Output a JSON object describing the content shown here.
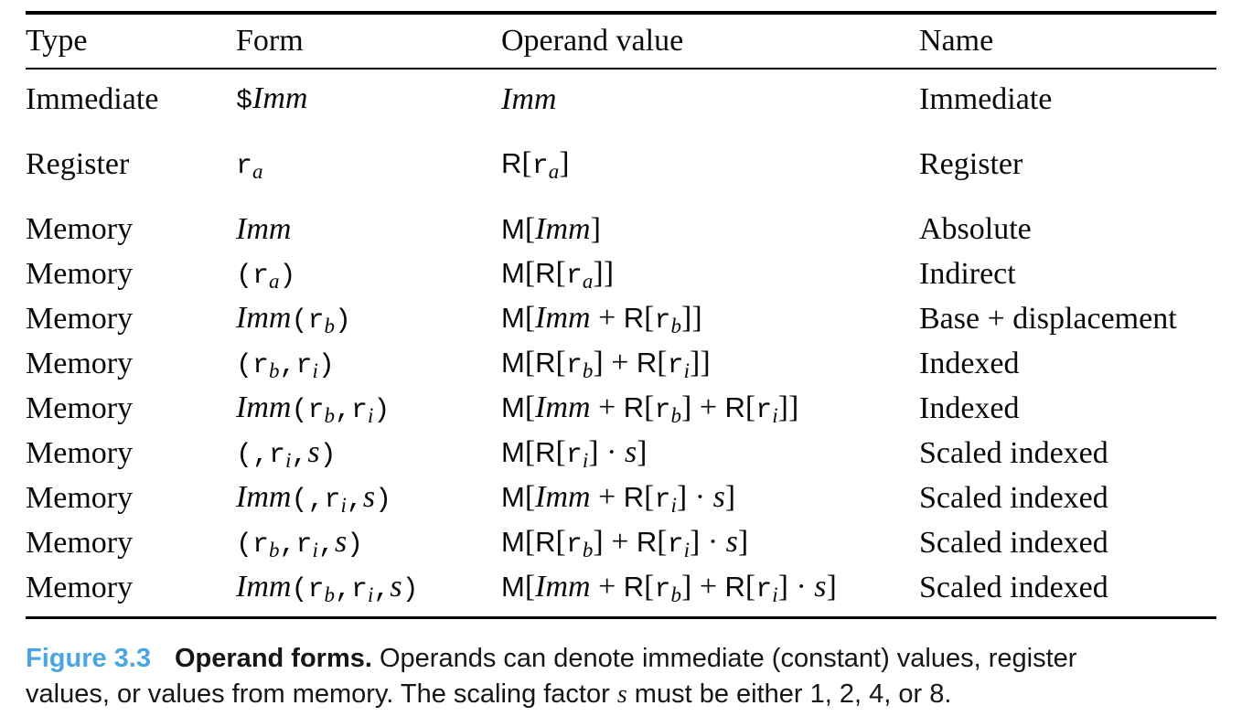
{
  "colors": {
    "figure_label_blue": "#4AA5E2",
    "text_black": "#0a0a0a",
    "caption_text": "#161616"
  },
  "table": {
    "headers": [
      "Type",
      "Form",
      "Operand value",
      "Name"
    ],
    "rows": [
      {
        "gap": false,
        "type": "Immediate",
        "form": [
          {
            "c": "tt",
            "t": "$"
          },
          {
            "c": "it",
            "t": "Imm"
          }
        ],
        "value": [
          {
            "c": "it",
            "t": "Imm"
          }
        ],
        "name": "Immediate"
      },
      {
        "gap": true,
        "type": "Register",
        "form": [
          {
            "c": "tt",
            "t": "r"
          },
          {
            "c": "sub",
            "t": "a"
          }
        ],
        "value": [
          {
            "c": "sf",
            "t": "R"
          },
          {
            "c": "rm",
            "t": "["
          },
          {
            "c": "tt",
            "t": "r"
          },
          {
            "c": "sub",
            "t": "a"
          },
          {
            "c": "rm",
            "t": "]"
          }
        ],
        "name": "Register"
      },
      {
        "gap": true,
        "type": "Memory",
        "form": [
          {
            "c": "it",
            "t": "Imm"
          }
        ],
        "value": [
          {
            "c": "sf",
            "t": "M"
          },
          {
            "c": "rm",
            "t": "["
          },
          {
            "c": "it",
            "t": "Imm"
          },
          {
            "c": "rm",
            "t": "]"
          }
        ],
        "name": "Absolute"
      },
      {
        "gap": false,
        "type": "Memory",
        "form": [
          {
            "c": "tt",
            "t": "(r"
          },
          {
            "c": "sub",
            "t": "a"
          },
          {
            "c": "tt",
            "t": ")"
          }
        ],
        "value": [
          {
            "c": "sf",
            "t": "M"
          },
          {
            "c": "rm",
            "t": "["
          },
          {
            "c": "sf",
            "t": "R"
          },
          {
            "c": "rm",
            "t": "["
          },
          {
            "c": "tt",
            "t": "r"
          },
          {
            "c": "sub",
            "t": "a"
          },
          {
            "c": "rm",
            "t": "]]"
          }
        ],
        "name": "Indirect"
      },
      {
        "gap": false,
        "type": "Memory",
        "form": [
          {
            "c": "it",
            "t": "Imm"
          },
          {
            "c": "tt",
            "t": "(r"
          },
          {
            "c": "sub",
            "t": "b"
          },
          {
            "c": "tt",
            "t": ")"
          }
        ],
        "value": [
          {
            "c": "sf",
            "t": "M"
          },
          {
            "c": "rm",
            "t": "["
          },
          {
            "c": "it",
            "t": "Imm"
          },
          {
            "c": "rm",
            "t": " + "
          },
          {
            "c": "sf",
            "t": "R"
          },
          {
            "c": "rm",
            "t": "["
          },
          {
            "c": "tt",
            "t": "r"
          },
          {
            "c": "sub",
            "t": "b"
          },
          {
            "c": "rm",
            "t": "]]"
          }
        ],
        "name": "Base + displacement"
      },
      {
        "gap": false,
        "type": "Memory",
        "form": [
          {
            "c": "tt",
            "t": "(r"
          },
          {
            "c": "sub",
            "t": "b"
          },
          {
            "c": "tt",
            "t": ",r"
          },
          {
            "c": "sub",
            "t": "i"
          },
          {
            "c": "tt",
            "t": ")"
          }
        ],
        "value": [
          {
            "c": "sf",
            "t": "M"
          },
          {
            "c": "rm",
            "t": "["
          },
          {
            "c": "sf",
            "t": "R"
          },
          {
            "c": "rm",
            "t": "["
          },
          {
            "c": "tt",
            "t": "r"
          },
          {
            "c": "sub",
            "t": "b"
          },
          {
            "c": "rm",
            "t": "] + "
          },
          {
            "c": "sf",
            "t": "R"
          },
          {
            "c": "rm",
            "t": "["
          },
          {
            "c": "tt",
            "t": "r"
          },
          {
            "c": "sub",
            "t": "i"
          },
          {
            "c": "rm",
            "t": "]]"
          }
        ],
        "name": "Indexed"
      },
      {
        "gap": false,
        "type": "Memory",
        "form": [
          {
            "c": "it",
            "t": "Imm"
          },
          {
            "c": "tt",
            "t": "(r"
          },
          {
            "c": "sub",
            "t": "b"
          },
          {
            "c": "tt",
            "t": ",r"
          },
          {
            "c": "sub",
            "t": "i"
          },
          {
            "c": "tt",
            "t": ")"
          }
        ],
        "value": [
          {
            "c": "sf",
            "t": "M"
          },
          {
            "c": "rm",
            "t": "["
          },
          {
            "c": "it",
            "t": "Imm"
          },
          {
            "c": "rm",
            "t": " + "
          },
          {
            "c": "sf",
            "t": "R"
          },
          {
            "c": "rm",
            "t": "["
          },
          {
            "c": "tt",
            "t": "r"
          },
          {
            "c": "sub",
            "t": "b"
          },
          {
            "c": "rm",
            "t": "] + "
          },
          {
            "c": "sf",
            "t": "R"
          },
          {
            "c": "rm",
            "t": "["
          },
          {
            "c": "tt",
            "t": "r"
          },
          {
            "c": "sub",
            "t": "i"
          },
          {
            "c": "rm",
            "t": "]]"
          }
        ],
        "name": "Indexed"
      },
      {
        "gap": false,
        "type": "Memory",
        "form": [
          {
            "c": "tt",
            "t": "(,r"
          },
          {
            "c": "sub",
            "t": "i"
          },
          {
            "c": "tt",
            "t": ","
          },
          {
            "c": "it",
            "t": "s"
          },
          {
            "c": "tt",
            "t": ")"
          }
        ],
        "value": [
          {
            "c": "sf",
            "t": "M"
          },
          {
            "c": "rm",
            "t": "["
          },
          {
            "c": "sf",
            "t": "R"
          },
          {
            "c": "rm",
            "t": "["
          },
          {
            "c": "tt",
            "t": "r"
          },
          {
            "c": "sub",
            "t": "i"
          },
          {
            "c": "rm",
            "t": "] · "
          },
          {
            "c": "it",
            "t": "s"
          },
          {
            "c": "rm",
            "t": "]"
          }
        ],
        "name": "Scaled indexed"
      },
      {
        "gap": false,
        "type": "Memory",
        "form": [
          {
            "c": "it",
            "t": "Imm"
          },
          {
            "c": "tt",
            "t": "(,r"
          },
          {
            "c": "sub",
            "t": "i"
          },
          {
            "c": "tt",
            "t": ","
          },
          {
            "c": "it",
            "t": "s"
          },
          {
            "c": "tt",
            "t": ")"
          }
        ],
        "value": [
          {
            "c": "sf",
            "t": "M"
          },
          {
            "c": "rm",
            "t": "["
          },
          {
            "c": "it",
            "t": "Imm"
          },
          {
            "c": "rm",
            "t": " + "
          },
          {
            "c": "sf",
            "t": "R"
          },
          {
            "c": "rm",
            "t": "["
          },
          {
            "c": "tt",
            "t": "r"
          },
          {
            "c": "sub",
            "t": "i"
          },
          {
            "c": "rm",
            "t": "] · "
          },
          {
            "c": "it",
            "t": "s"
          },
          {
            "c": "rm",
            "t": "]"
          }
        ],
        "name": "Scaled indexed"
      },
      {
        "gap": false,
        "type": "Memory",
        "form": [
          {
            "c": "tt",
            "t": "(r"
          },
          {
            "c": "sub",
            "t": "b"
          },
          {
            "c": "tt",
            "t": ",r"
          },
          {
            "c": "sub",
            "t": "i"
          },
          {
            "c": "tt",
            "t": ","
          },
          {
            "c": "it",
            "t": "s"
          },
          {
            "c": "tt",
            "t": ")"
          }
        ],
        "value": [
          {
            "c": "sf",
            "t": "M"
          },
          {
            "c": "rm",
            "t": "["
          },
          {
            "c": "sf",
            "t": "R"
          },
          {
            "c": "rm",
            "t": "["
          },
          {
            "c": "tt",
            "t": "r"
          },
          {
            "c": "sub",
            "t": "b"
          },
          {
            "c": "rm",
            "t": "] + "
          },
          {
            "c": "sf",
            "t": "R"
          },
          {
            "c": "rm",
            "t": "["
          },
          {
            "c": "tt",
            "t": "r"
          },
          {
            "c": "sub",
            "t": "i"
          },
          {
            "c": "rm",
            "t": "] · "
          },
          {
            "c": "it",
            "t": "s"
          },
          {
            "c": "rm",
            "t": "]"
          }
        ],
        "name": "Scaled indexed"
      },
      {
        "gap": false,
        "type": "Memory",
        "form": [
          {
            "c": "it",
            "t": "Imm"
          },
          {
            "c": "tt",
            "t": "(r"
          },
          {
            "c": "sub",
            "t": "b"
          },
          {
            "c": "tt",
            "t": ",r"
          },
          {
            "c": "sub",
            "t": "i"
          },
          {
            "c": "tt",
            "t": ","
          },
          {
            "c": "it",
            "t": "s"
          },
          {
            "c": "tt",
            "t": ")"
          }
        ],
        "value": [
          {
            "c": "sf",
            "t": "M"
          },
          {
            "c": "rm",
            "t": "["
          },
          {
            "c": "it",
            "t": "Imm"
          },
          {
            "c": "rm",
            "t": " + "
          },
          {
            "c": "sf",
            "t": "R"
          },
          {
            "c": "rm",
            "t": "["
          },
          {
            "c": "tt",
            "t": "r"
          },
          {
            "c": "sub",
            "t": "b"
          },
          {
            "c": "rm",
            "t": "] + "
          },
          {
            "c": "sf",
            "t": "R"
          },
          {
            "c": "rm",
            "t": "["
          },
          {
            "c": "tt",
            "t": "r"
          },
          {
            "c": "sub",
            "t": "i"
          },
          {
            "c": "rm",
            "t": "] · "
          },
          {
            "c": "it",
            "t": "s"
          },
          {
            "c": "rm",
            "t": "]"
          }
        ],
        "name": "Scaled indexed"
      }
    ]
  },
  "caption": {
    "label": "Figure 3.3",
    "lines": [
      [
        {
          "c": "b",
          "t": "Operand forms."
        },
        {
          "c": "r",
          "t": " Operands can denote immediate (constant) values, register"
        }
      ],
      [
        {
          "c": "r",
          "t": "values, or values from memory. The scaling factor "
        },
        {
          "c": "i",
          "t": "s"
        },
        {
          "c": "r",
          "t": " must be either 1, 2, 4, or 8."
        }
      ]
    ]
  }
}
